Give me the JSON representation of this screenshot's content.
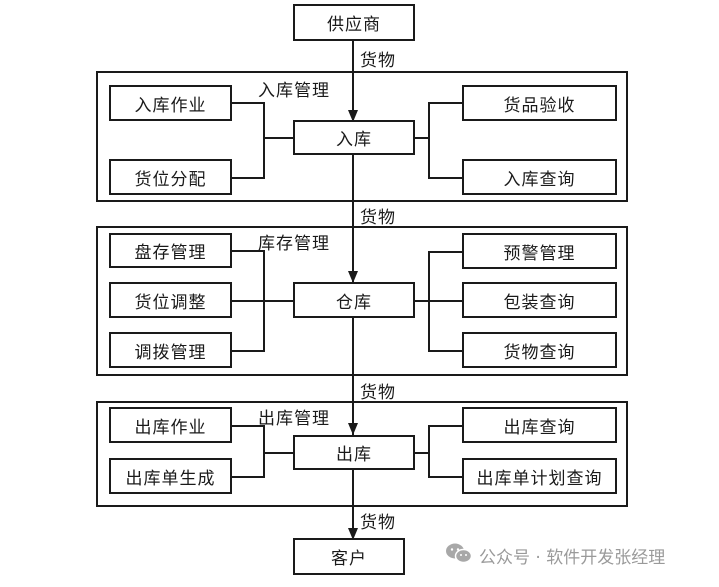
{
  "diagram": {
    "supplier": "供应商",
    "customer": "客户",
    "flow_label": "货物",
    "sections": [
      {
        "title": "入库管理",
        "center": "入库",
        "left": [
          "入库作业",
          "货位分配"
        ],
        "right": [
          "货品验收",
          "入库查询"
        ]
      },
      {
        "title": "库存管理",
        "center": "仓库",
        "left": [
          "盘存管理",
          "货位调整",
          "调拨管理"
        ],
        "right": [
          "预警管理",
          "包装查询",
          "货物查询"
        ]
      },
      {
        "title": "出库管理",
        "center": "出库",
        "left": [
          "出库作业",
          "出库单生成"
        ],
        "right": [
          "出库查询",
          "出库单计划查询"
        ]
      }
    ]
  },
  "watermark": {
    "icon": "wechat-icon",
    "text": "公众号 · 软件开发张经理"
  }
}
